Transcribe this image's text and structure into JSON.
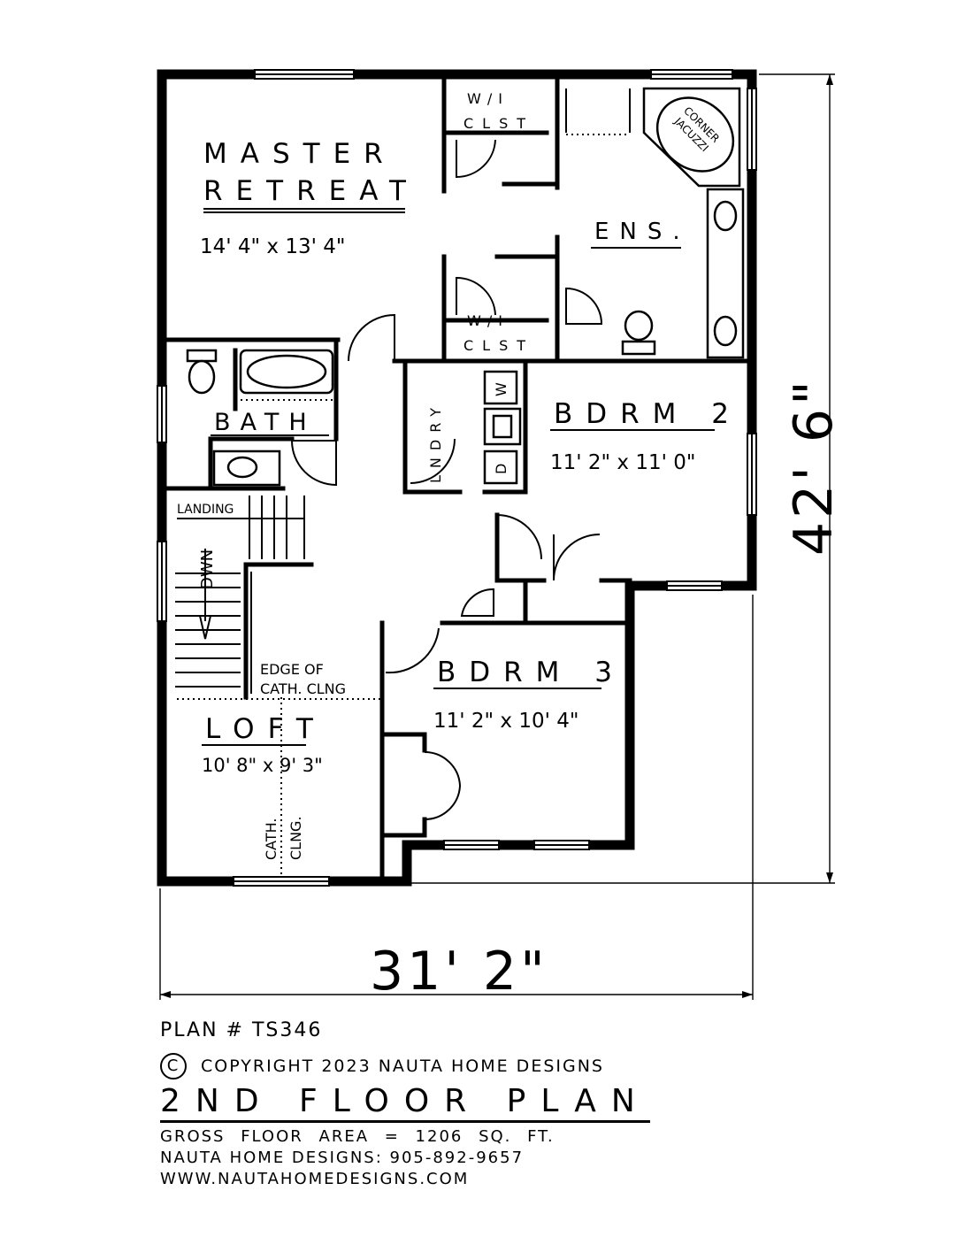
{
  "rooms": {
    "master": {
      "line1": "MASTER",
      "line2": "RETREAT",
      "size": "14' 4\" x 13' 4\""
    },
    "walkin_top": {
      "line1": "W/I",
      "line2": "CLST"
    },
    "walkin_bottom": {
      "line1": "W/I",
      "line2": "CLST"
    },
    "jacuzzi": {
      "line1": "CORNER",
      "line2": "JACUZZI"
    },
    "ensuite": {
      "label": "ENS."
    },
    "bath": {
      "label": "BATH"
    },
    "laundry": {
      "label": "LNDRY",
      "washer": "W",
      "dryer": "D"
    },
    "bedroom2": {
      "label": "BDRM 2",
      "size": "11' 2\" x 11' 0\""
    },
    "bedroom3": {
      "label": "BDRM 3",
      "size": "11' 2\" x 10' 4\""
    },
    "landing": {
      "label": "LANDING"
    },
    "stairs": {
      "label": "DWN"
    },
    "cathedral_edge": {
      "line1": "EDGE OF",
      "line2": "CATH. CLNG"
    },
    "loft": {
      "label": "LOFT",
      "size": "10' 8\" x 9' 3\""
    },
    "cathedral_ceiling": {
      "line1": "CATH.",
      "line2": "CLNG."
    }
  },
  "dimensions": {
    "width": "31' 2\"",
    "depth": "42' 6\""
  },
  "footer": {
    "plan_number": "PLAN # TS346",
    "copyright_symbol": "C",
    "copyright": "COPYRIGHT 2023 NAUTA HOME DESIGNS",
    "title": "2ND FLOOR PLAN",
    "gross_area": "GROSS FLOOR AREA = 1206 SQ. FT.",
    "phone": "NAUTA HOME DESIGNS: 905-892-9657",
    "website": "WWW.NAUTAHOMEDESIGNS.COM"
  }
}
